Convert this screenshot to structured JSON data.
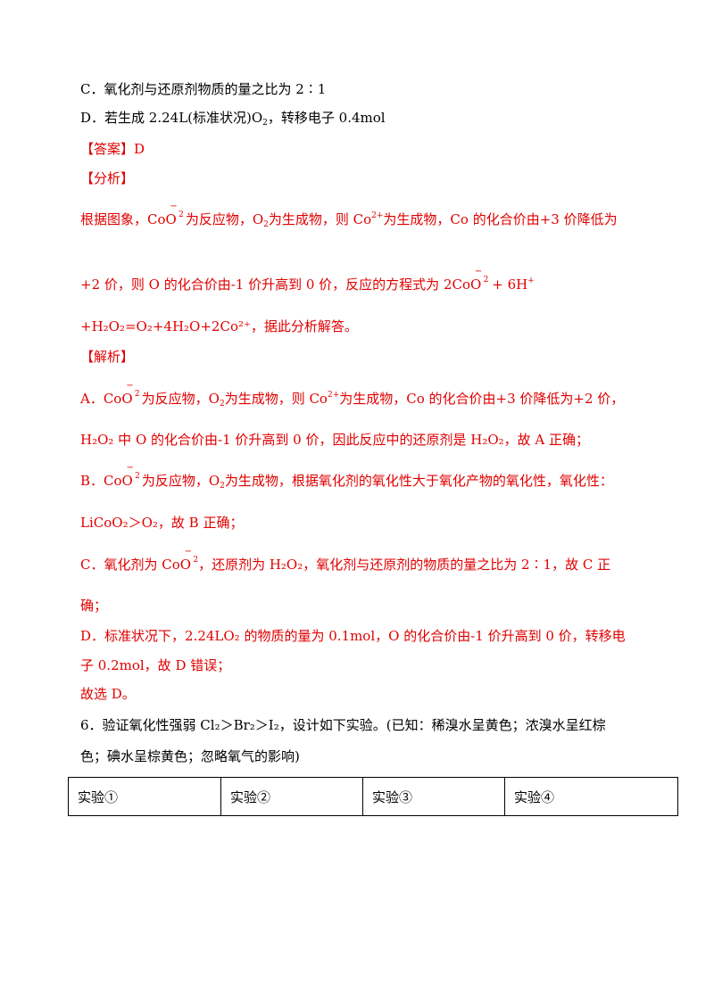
{
  "lines": {
    "c": "C．氧化剂与还原剂物质的量之比为 2∶1",
    "d_pre": "D．若生成 2.24L(标准状况)O",
    "d_sub": "2",
    "d_post": "，转移电子 0.4mol",
    "answer_label": "【答案】D",
    "analysis_label": "【分析】",
    "analysis_1_a": "根据图象，CoO",
    "analysis_1_b": "为反应物，O",
    "analysis_1_c": "为生成物，则 Co",
    "analysis_1_d": "为生成物，Co 的化合价由+3 价降低为",
    "analysis_2_a": "+2 价，则 O 的化合价由-1 价升高到 0 价，反应的方程式为 2CoO",
    "analysis_2_b": "+ 6H",
    "analysis_3": "+H₂O₂=O₂+4H₂O+2Co²⁺，据此分析解答。",
    "explain_label": "【解析】",
    "a1_a": "A．CoO",
    "a1_b": "为反应物，O",
    "a1_c": "为生成物，则 Co",
    "a1_d": "为生成物，Co 的化合价由+3 价降低为+2 价，",
    "a2": "H₂O₂ 中 O 的化合价由-1 价升高到 0 价，因此反应中的还原剂是 H₂O₂，故 A 正确；",
    "b1_a": "B．CoO",
    "b1_b": "为反应物，O",
    "b1_c": "为生成物，根据氧化剂的氧化性大于氧化产物的氧化性，氧化性：",
    "b2": "LiCoO₂＞O₂，故 B 正确；",
    "c1_a": "C．氧化剂为 CoO",
    "c1_b": "，还原剂为 H₂O₂，氧化剂与还原剂的物质的量之比为 2∶1，故 C 正",
    "c2": "确；",
    "d1": "D．标准状况下，2.24LO₂ 的物质的量为 0.1mol，O 的化合价由-1 价升高到 0 价，转移电",
    "d2": "子 0.2mol，故 D 错误；",
    "d3": "故选 D。",
    "q6_1": "6．验证氧化性强弱 Cl₂＞Br₂＞I₂，设计如下实验。(已知：稀溴水呈黄色；浓溴水呈红棕",
    "q6_2": "色；碘水呈棕黄色；忽略氧气的影响)",
    "sup2": "2",
    "sup_co": "2+",
    "sup_h": "+",
    "bar": "−"
  },
  "table": {
    "headers": [
      "实验①",
      "实验②",
      "实验③",
      "实验④"
    ]
  },
  "colors": {
    "answer": "#e00000",
    "text": "#000000"
  }
}
